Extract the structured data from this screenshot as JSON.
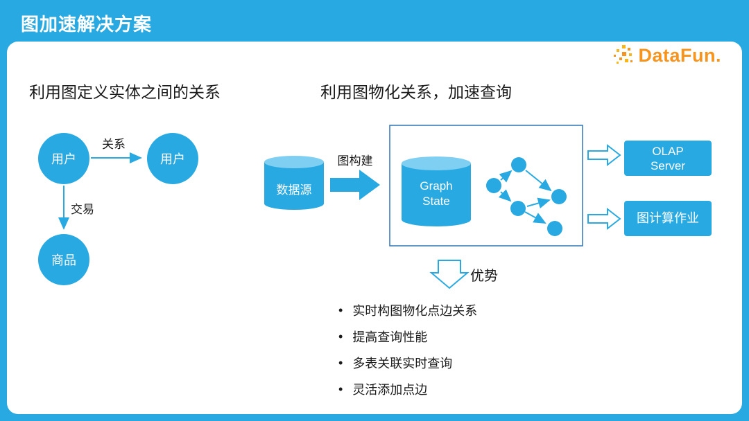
{
  "slide": {
    "title": "图加速解决方案",
    "logo_text": "DataFun."
  },
  "left": {
    "title": "利用图定义实体之间的关系",
    "node_user1": "用户",
    "node_user2": "用户",
    "node_product": "商品",
    "label_relation": "关系",
    "label_transaction": "交易"
  },
  "right": {
    "title": "利用图物化关系，加速查询",
    "datasource_label": "数据源",
    "build_label": "图构建",
    "graph_state_line1": "Graph",
    "graph_state_line2": "State",
    "olap_line1": "OLAP",
    "olap_line2": "Server",
    "graph_job_label": "图计算作业",
    "advantage_label": "优势",
    "bullet_char": "•",
    "bullets": [
      "实时构图物化点边关系",
      "提高查询性能",
      "多表关联实时查询",
      "灵活添加点边"
    ]
  },
  "icons": {
    "datasource_shape": "cylinder-icon",
    "graph_state_shape": "cylinder-icon",
    "build_arrow": "thick-right-arrow-icon",
    "output_arrows": "hollow-right-arrow-icon",
    "advantage_arrow": "hollow-down-arrow-icon"
  },
  "colors": {
    "primary_blue": "#29A9E1",
    "cylinder_top": "#7FCFF3",
    "box_border": "#2E75B6",
    "logo_orange": "#F7941D",
    "logo_yellow": "#FDB515"
  }
}
